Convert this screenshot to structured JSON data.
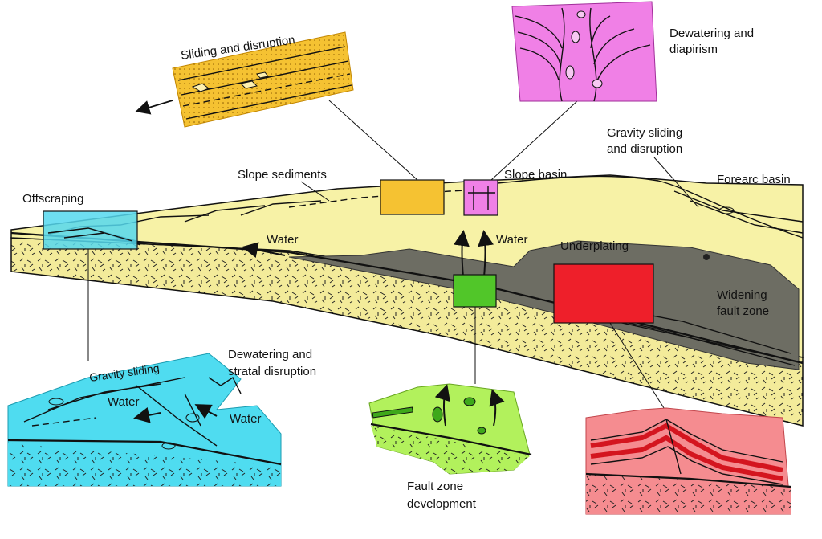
{
  "colors": {
    "background": "#ffffff",
    "sediment_yellow": "#f7f2a6",
    "basement_hatch": "#f3eb9a",
    "fault_zone_gray": "#6d6d63",
    "box_sliding": "#f5c232",
    "box_diapirism": "#f080e6",
    "box_offscraping": "#55d8ee",
    "box_fault_zone": "#51c629",
    "box_underplating": "#ee1f2a",
    "inset_gravity": "#4fdcf0",
    "inset_fault": "#b2f15c",
    "inset_underplating": "#f58c90"
  },
  "labels": {
    "sliding_disruption": "Sliding and disruption",
    "dewatering_diapirism_1": "Dewatering and",
    "dewatering_diapirism_2": "diapirism",
    "gravity_sliding_disruption_1": "Gravity sliding",
    "gravity_sliding_disruption_2": "and disruption",
    "slope_sediments": "Slope sediments",
    "slope_basin": "Slope basin",
    "forearc_basin": "Forearc basin",
    "offscraping": "Offscraping",
    "water_main": "Water",
    "water_up": "Water",
    "underplating": "Underplating",
    "widening_fault_zone_1": "Widening",
    "widening_fault_zone_2": "fault zone",
    "gravity_sliding": "Gravity sliding",
    "dewatering_stratal_1": "Dewatering and",
    "dewatering_stratal_2": "stratal disruption",
    "water_inset_1": "Water",
    "water_inset_2": "Water",
    "fault_zone_dev_1": "Fault zone",
    "fault_zone_dev_2": "development"
  },
  "icons": {
    "flow_arrow": "arrow-icon",
    "pin": "pin-icon"
  }
}
